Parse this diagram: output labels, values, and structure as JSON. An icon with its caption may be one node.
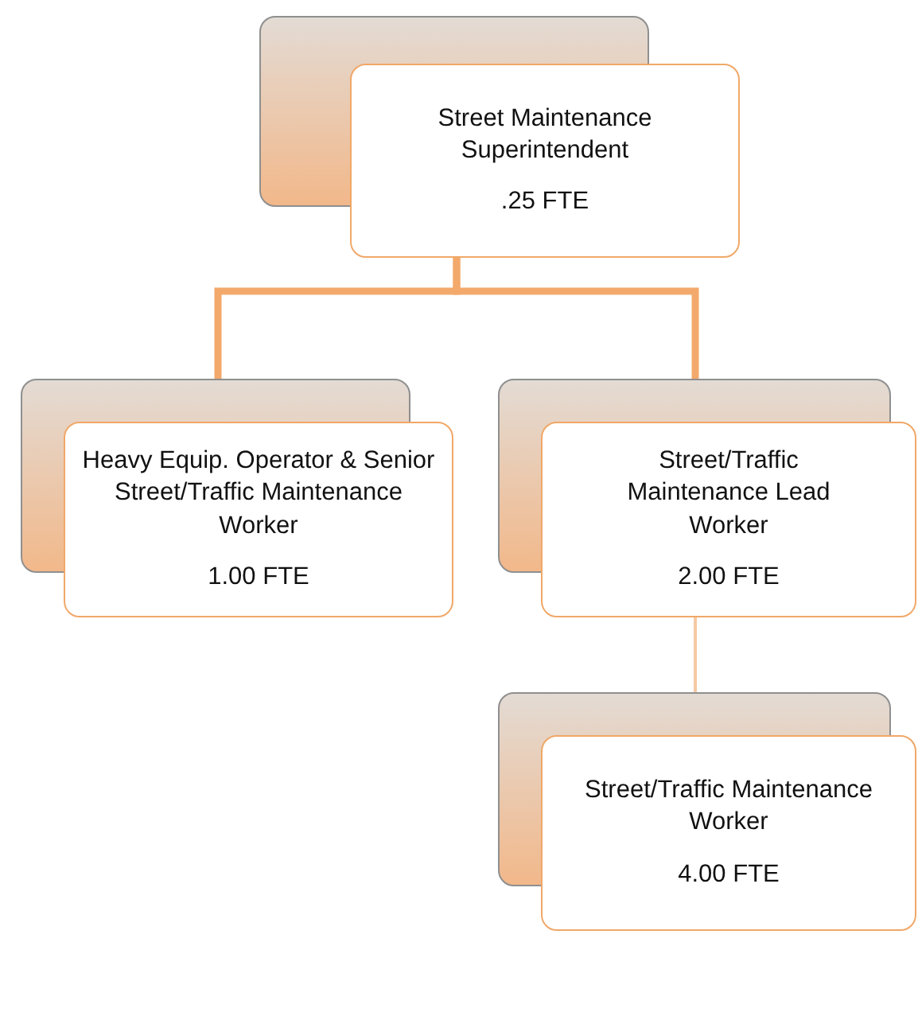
{
  "diagram": {
    "nodes": [
      {
        "text": [
          "Street Maintenance Superintendent",
          ".25 FTE"
        ]
      },
      {
        "text": [
          "Heavy Equip. Operator & Senior Street/Traffic Maintenance Worker",
          "1.00 FTE"
        ]
      },
      {
        "text": [
          "Street/Traffic Maintenance Lead Worker",
          "2.00 FTE"
        ]
      },
      {
        "text": [
          "Street/Traffic Maintenance Worker",
          "4.00 FTE"
        ]
      }
    ],
    "edges": [
      {
        "from": 0,
        "to": 1,
        "arrow": "none"
      },
      {
        "from": 0,
        "to": 2,
        "arrow": "none"
      },
      {
        "from": 2,
        "to": 3,
        "arrow": "none",
        "color": "#f6c9a3"
      }
    ]
  }
}
